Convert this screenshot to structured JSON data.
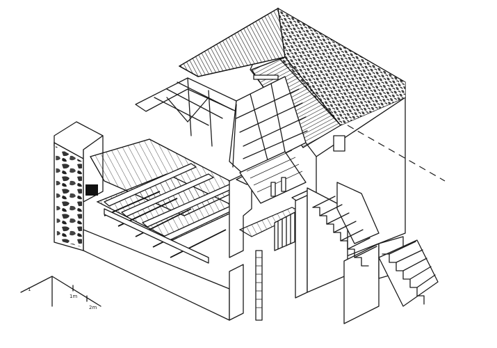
{
  "scale_labels": [
    "1",
    "1m",
    "2m"
  ]
}
